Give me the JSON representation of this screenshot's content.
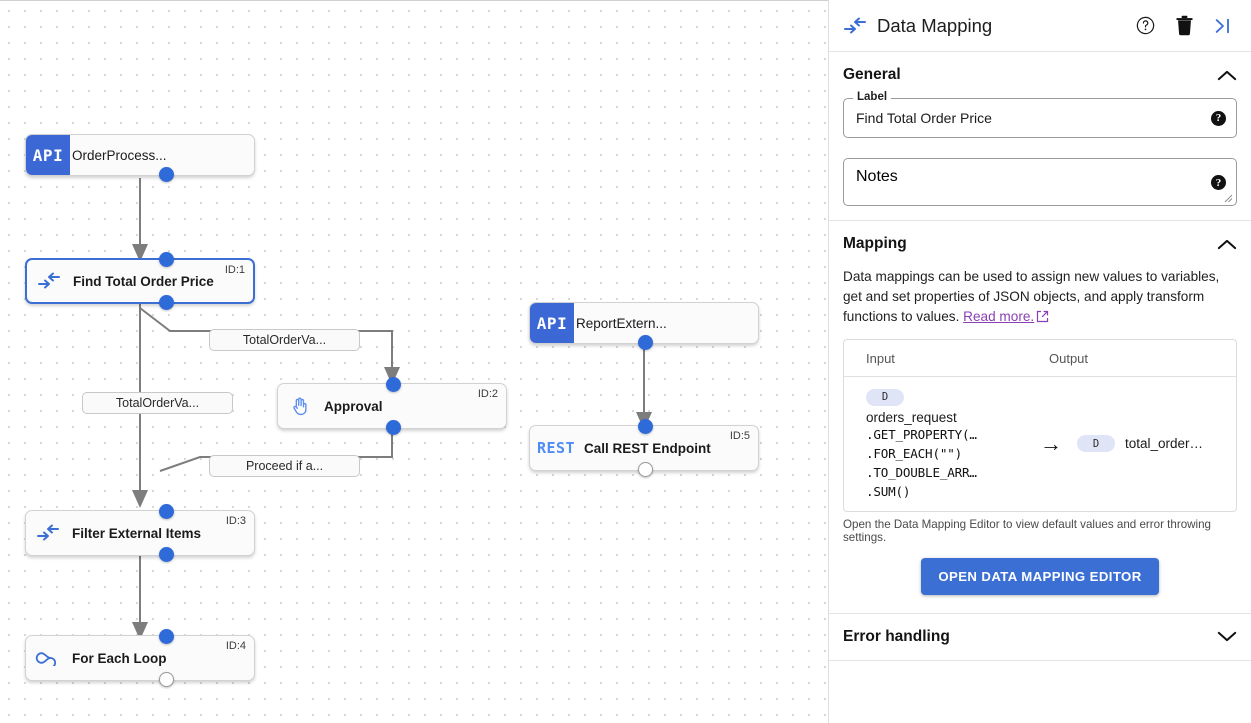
{
  "panel": {
    "title": "Data Mapping",
    "title_icon": "data-mapping-icon",
    "actions": [
      {
        "name": "help-icon",
        "label": "?"
      },
      {
        "name": "delete-icon",
        "label": "Delete"
      },
      {
        "name": "collapse-panel-icon",
        "label": "Collapse"
      }
    ],
    "general": {
      "heading": "General",
      "collapse_state": "expanded",
      "label_field": {
        "legend": "Label",
        "value": "Find Total Order Price",
        "help": "?"
      },
      "notes_field": {
        "placeholder": "Notes",
        "value": "",
        "help": "?"
      }
    },
    "mapping": {
      "heading": "Mapping",
      "collapse_state": "expanded",
      "description": "Data mappings can be used to assign new values to variables, get and set properties of JSON objects, and apply transform functions to values.",
      "read_more": "Read more.",
      "table": {
        "columns": [
          "Input",
          "Output"
        ],
        "rows": [
          {
            "input_badge": "D",
            "input_variable": "orders_request",
            "input_lines": [
              ".GET_PROPERTY(…",
              ".FOR_EACH(\"\")",
              ".TO_DOUBLE_ARR…",
              ".SUM()"
            ],
            "arrow": "→",
            "output_badge": "D",
            "output_name": "total_order…"
          }
        ]
      },
      "note": "Open the Data Mapping Editor to view default values and error throwing settings.",
      "button": "OPEN DATA MAPPING EDITOR"
    },
    "error_handling": {
      "heading": "Error handling",
      "collapse_state": "collapsed"
    }
  },
  "canvas": {
    "nodes": [
      {
        "name": "node-order-process",
        "kind": "api",
        "badge": "API",
        "title": "OrderProcess...",
        "id_label": "",
        "selected": false
      },
      {
        "name": "node-find-total-order-price",
        "kind": "mapping",
        "icon": "data-mapping-icon",
        "title": "Find Total Order Price",
        "id_label": "ID:1",
        "selected": true
      },
      {
        "name": "node-approval",
        "kind": "approval",
        "icon": "hand-icon",
        "title": "Approval",
        "id_label": "ID:2",
        "selected": false
      },
      {
        "name": "node-filter-external-items",
        "kind": "mapping",
        "icon": "data-mapping-icon",
        "title": "Filter External Items",
        "id_label": "ID:3",
        "selected": false
      },
      {
        "name": "node-for-each-loop",
        "kind": "loop",
        "icon": "loop-icon",
        "title": "For Each Loop",
        "id_label": "ID:4",
        "selected": false
      },
      {
        "name": "node-report-extern",
        "kind": "api",
        "badge": "API",
        "title": "ReportExtern...",
        "id_label": "",
        "selected": false
      },
      {
        "name": "node-call-rest-endpoint",
        "kind": "rest",
        "badge": "REST",
        "title": "Call REST Endpoint",
        "id_label": "ID:5",
        "selected": false
      }
    ],
    "edge_labels": [
      {
        "name": "edge-label-total-order-va-1",
        "text": "TotalOrderVa..."
      },
      {
        "name": "edge-label-total-order-va-2",
        "text": "TotalOrderVa..."
      },
      {
        "name": "edge-label-proceed-if-a",
        "text": "Proceed if a..."
      }
    ]
  },
  "colors": {
    "accent_blue": "#3b6fd4",
    "api_badge_blue": "#3b68d4",
    "rest_blue": "#4f8cf5",
    "link_purple": "#8a3fb5",
    "badge_chip": "#dfe5f7"
  }
}
